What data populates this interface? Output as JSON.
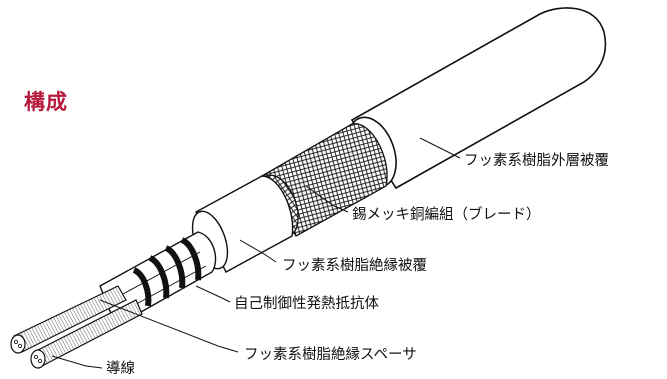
{
  "title": "構成",
  "colors": {
    "title": "#b5193c",
    "line": "#111111"
  },
  "labels": {
    "outer_jacket": "フッ素系樹脂外層被覆",
    "braid": "錫メッキ銅編組（ブレード）",
    "inner_jacket": "フッ素系樹脂絶縁被覆",
    "heating_element": "自己制御性発熱抵抗体",
    "spacer": "フッ素系樹脂絶縁スペーサ",
    "conductor": "導線"
  }
}
